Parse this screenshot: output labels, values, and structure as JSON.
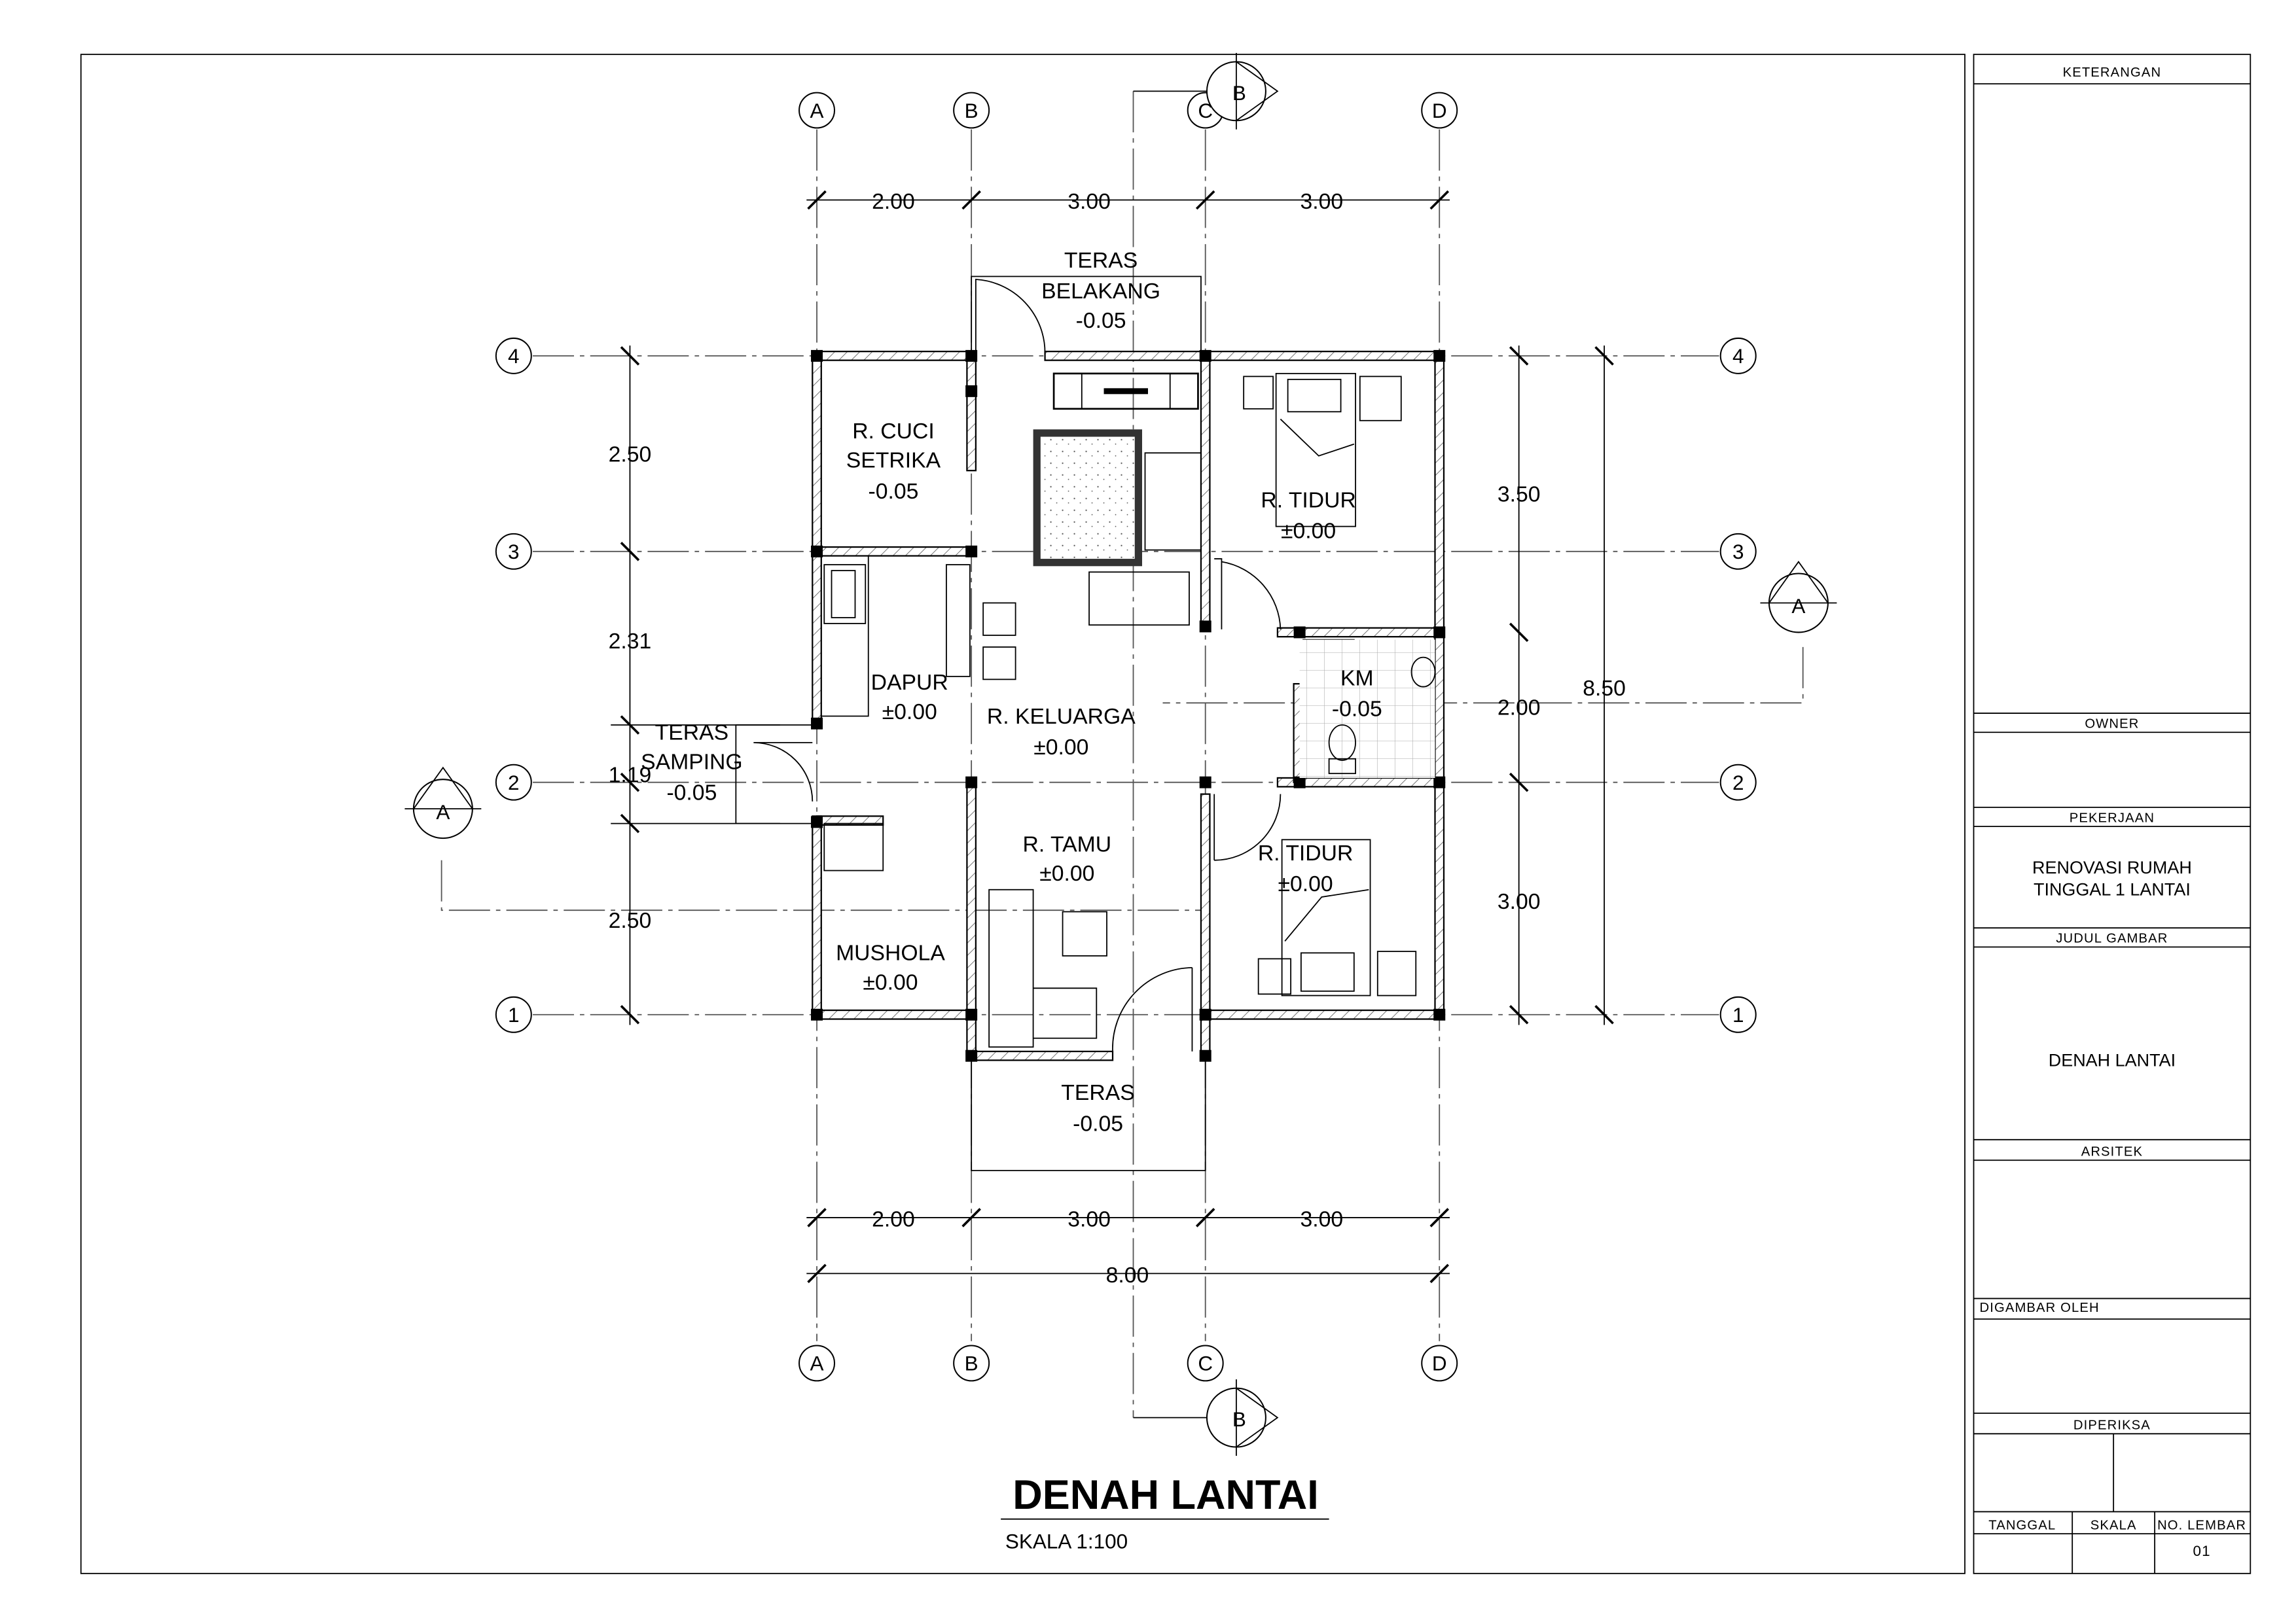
{
  "drawing": {
    "title": "DENAH LANTAI",
    "scale": "SKALA 1:100",
    "grid_columns": [
      "A",
      "B",
      "C",
      "D"
    ],
    "grid_rows": [
      "4",
      "3",
      "2",
      "1"
    ],
    "section_marks": {
      "a": "A",
      "b": "B"
    },
    "rooms": [
      {
        "name": "TERAS",
        "name2": "BELAKANG",
        "level": "-0.05"
      },
      {
        "name": "R. CUCI",
        "name2": "SETRIKA",
        "level": "-0.05"
      },
      {
        "name": "R. TIDUR",
        "level": "±0.00"
      },
      {
        "name": "DAPUR",
        "level": "±0.00"
      },
      {
        "name": "KM",
        "level": "-0.05"
      },
      {
        "name": "R. KELUARGA",
        "level": "±0.00"
      },
      {
        "name": "TERAS",
        "name2": "SAMPING",
        "level": "-0.05"
      },
      {
        "name": "R. TAMU",
        "level": "±0.00"
      },
      {
        "name": "R. TIDUR",
        "level": "±0.00"
      },
      {
        "name": "MUSHOLA",
        "level": "±0.00"
      },
      {
        "name": "TERAS",
        "level": "-0.05"
      }
    ],
    "dimensions": {
      "top": [
        "2.00",
        "3.00",
        "3.00"
      ],
      "bottom": [
        "2.00",
        "3.00",
        "3.00"
      ],
      "bottom_total": "8.00",
      "left": [
        "2.50",
        "2.31",
        "1.19",
        "2.50"
      ],
      "right": [
        "3.50",
        "2.00",
        "3.00"
      ],
      "right_total": "8.50"
    }
  },
  "title_block": {
    "keterangan": "KETERANGAN",
    "owner": "OWNER",
    "pekerjaan": "PEKERJAAN",
    "project_line1": "RENOVASI RUMAH",
    "project_line2": "TINGGAL 1 LANTAI",
    "judul_gambar": "JUDUL GAMBAR",
    "drawing_title": "DENAH LANTAI",
    "arsitek": "ARSITEK",
    "digambar_oleh": "DIGAMBAR OLEH",
    "diperiksa": "DIPERIKSA",
    "tanggal": "TANGGAL",
    "skala": "SKALA",
    "no_lembar": "NO. LEMBAR",
    "no_lembar_value": "01"
  }
}
